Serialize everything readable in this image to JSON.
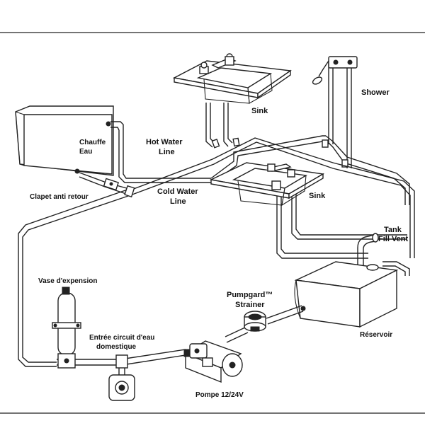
{
  "labels": {
    "shower": "Shower",
    "sink_upper": "Sink",
    "chauffe_line1": "Chauffe",
    "chauffe_line2": "Eau",
    "hot_water_line1": "Hot Water",
    "hot_water_line2": "Line",
    "sink_lower": "Sink",
    "cold_water_line1": "Cold Water",
    "cold_water_line2": "Line",
    "clapet": "Clapet anti retour",
    "tank_vent_line1": "Tank",
    "tank_vent_line2": "Fill Vent",
    "vase": "Vase d'expension",
    "strainer_line1": "Pumpgard™",
    "strainer_line2": "Strainer",
    "reservoir": "Réservoir",
    "entree_line1": "Entrée circuit d'eau",
    "entree_line2": "domestique",
    "pompe": "Pompe 12/24V"
  }
}
